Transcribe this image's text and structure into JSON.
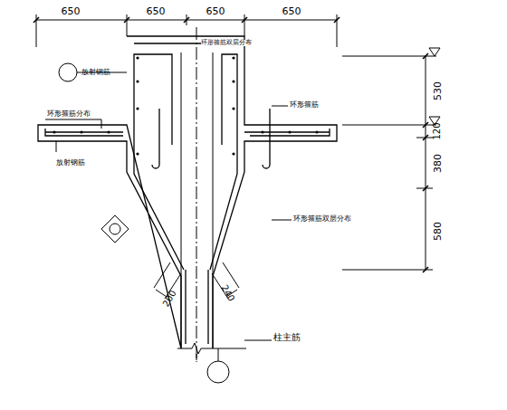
{
  "diagram": {
    "labels": [
      "650",
      "650",
      "650",
      "650",
      "530",
      "120",
      "380",
      "580",
      "环形箍筋双层分布",
      "放射钢筋",
      "环形箍筋分布",
      "放射钢筋",
      "环形箍筋",
      "环形箍筋双层分布",
      "200",
      "240",
      "柱主筋"
    ]
  }
}
